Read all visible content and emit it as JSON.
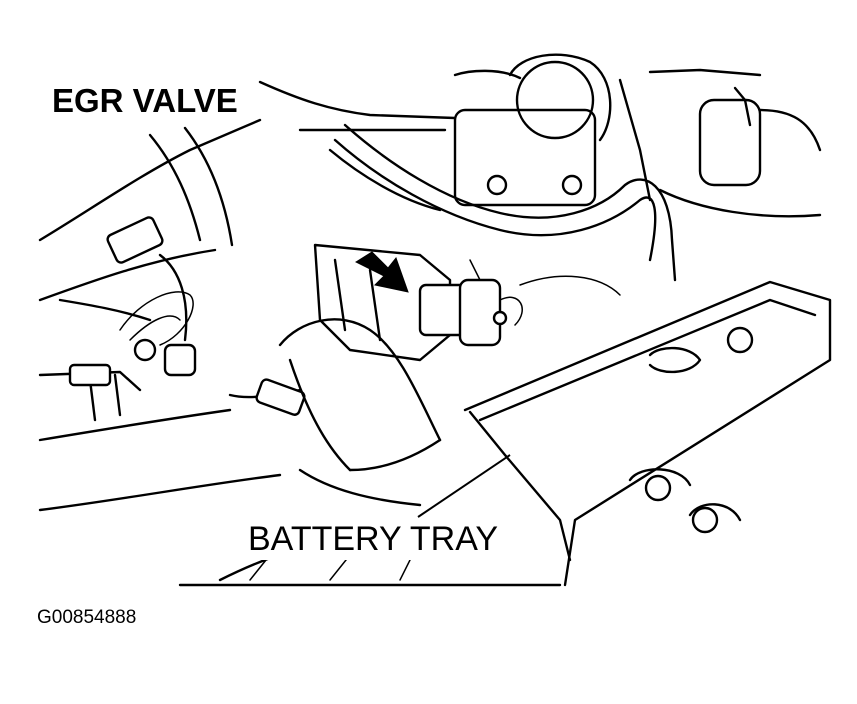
{
  "labels": {
    "egr_valve": "EGR VALVE",
    "battery_tray": "BATTERY TRAY",
    "figure_code": "G00854888"
  },
  "colors": {
    "ink": "#000000",
    "paper": "#ffffff"
  },
  "icons": {
    "pointer": "callout-arrow-icon"
  }
}
